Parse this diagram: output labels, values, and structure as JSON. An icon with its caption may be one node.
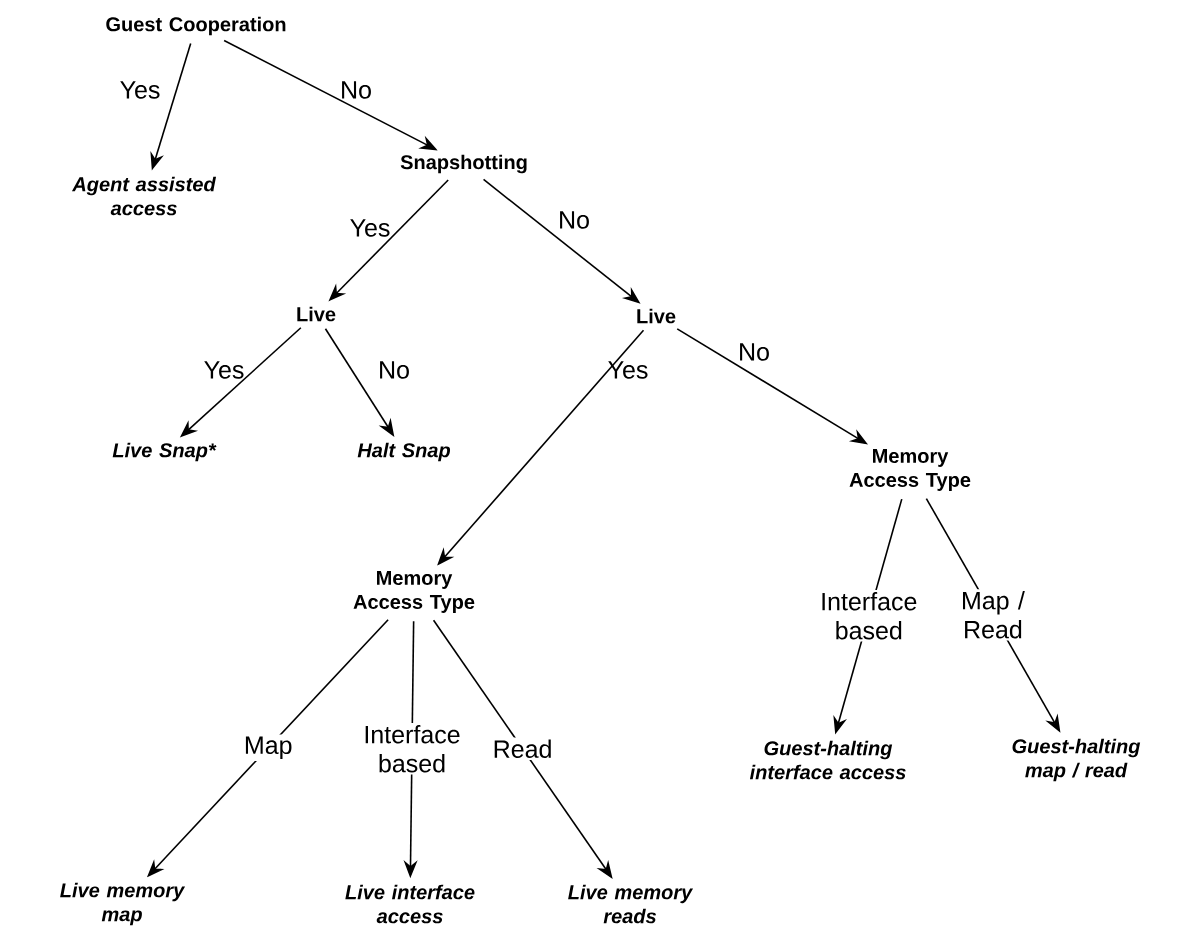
{
  "diagram": {
    "nodes": [
      {
        "text": [
          "Guest Cooperation"
        ]
      },
      {
        "text": [
          "Agent assisted access"
        ]
      },
      {
        "text": [
          "Snapshotting"
        ]
      },
      {
        "text": [
          "Live"
        ]
      },
      {
        "text": [
          "Live"
        ]
      },
      {
        "text": [
          "Live Snap*"
        ]
      },
      {
        "text": [
          "Halt Snap"
        ]
      },
      {
        "text": [
          "Memory Access Type"
        ]
      },
      {
        "text": [
          "Memory Access Type"
        ]
      },
      {
        "text": [
          "Guest-halting interface access"
        ]
      },
      {
        "text": [
          "Guest-halting map / read"
        ]
      },
      {
        "text": [
          "Live memory map"
        ]
      },
      {
        "text": [
          "Live interface access"
        ]
      },
      {
        "text": [
          "Live memory reads"
        ]
      }
    ],
    "edges": [
      {
        "from": 0,
        "to": 1,
        "arrow": "to",
        "label": "Yes"
      },
      {
        "from": 0,
        "to": 2,
        "arrow": "to",
        "label": "No"
      },
      {
        "from": 2,
        "to": 3,
        "arrow": "to",
        "label": "Yes"
      },
      {
        "from": 2,
        "to": 4,
        "arrow": "to",
        "label": "No"
      },
      {
        "from": 3,
        "to": 5,
        "arrow": "to",
        "label": "Yes"
      },
      {
        "from": 3,
        "to": 6,
        "arrow": "to",
        "label": "No"
      },
      {
        "from": 4,
        "to": 8,
        "arrow": "to",
        "label": "Yes"
      },
      {
        "from": 4,
        "to": 7,
        "arrow": "to",
        "label": "No"
      },
      {
        "from": 7,
        "to": 9,
        "arrow": "to",
        "label": "Interface based"
      },
      {
        "from": 7,
        "to": 10,
        "arrow": "to",
        "label": "Map / Read"
      },
      {
        "from": 8,
        "to": 11,
        "arrow": "to",
        "label": "Map"
      },
      {
        "from": 8,
        "to": 12,
        "arrow": "to",
        "label": "Interface based"
      },
      {
        "from": 8,
        "to": 13,
        "arrow": "to",
        "label": "Read"
      }
    ]
  }
}
